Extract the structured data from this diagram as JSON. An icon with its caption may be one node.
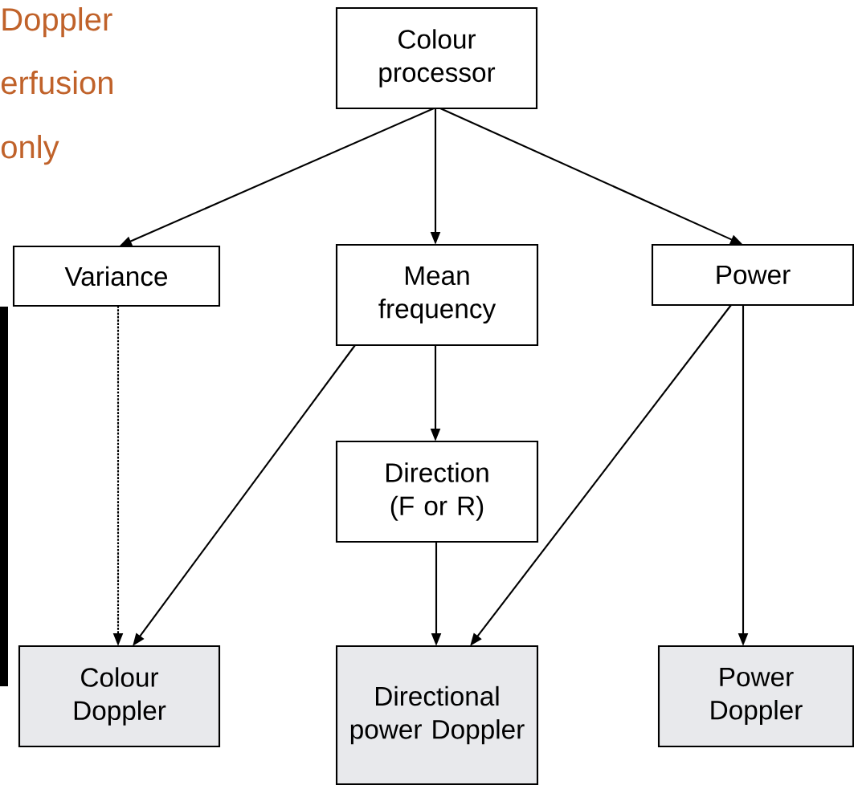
{
  "diagram": {
    "nodes": [
      {
        "text": [
          "Colour processor"
        ]
      },
      {
        "text": [
          "Variance"
        ]
      },
      {
        "text": [
          "Mean frequency"
        ]
      },
      {
        "text": [
          "Power"
        ]
      },
      {
        "text": [
          "Direction (F or R)"
        ]
      },
      {
        "text": [
          "Colour Doppler"
        ]
      },
      {
        "text": [
          "Directional power Doppler"
        ]
      },
      {
        "text": [
          "Power Doppler"
        ]
      }
    ],
    "edges": [
      {
        "from": 0,
        "to": 1,
        "arrow": "to"
      },
      {
        "from": 0,
        "to": 2,
        "arrow": "to"
      },
      {
        "from": 0,
        "to": 3,
        "arrow": "to"
      },
      {
        "from": 1,
        "to": 5,
        "arrow": "to",
        "style": "dashed"
      },
      {
        "from": 2,
        "to": 5,
        "arrow": "to"
      },
      {
        "from": 2,
        "to": 4,
        "arrow": "to"
      },
      {
        "from": 4,
        "to": 6,
        "arrow": "to"
      },
      {
        "from": 3,
        "to": 6,
        "arrow": "to"
      },
      {
        "from": 3,
        "to": 7,
        "arrow": "to"
      }
    ],
    "labels": [
      "Doppler",
      "erfusion",
      "only"
    ]
  }
}
